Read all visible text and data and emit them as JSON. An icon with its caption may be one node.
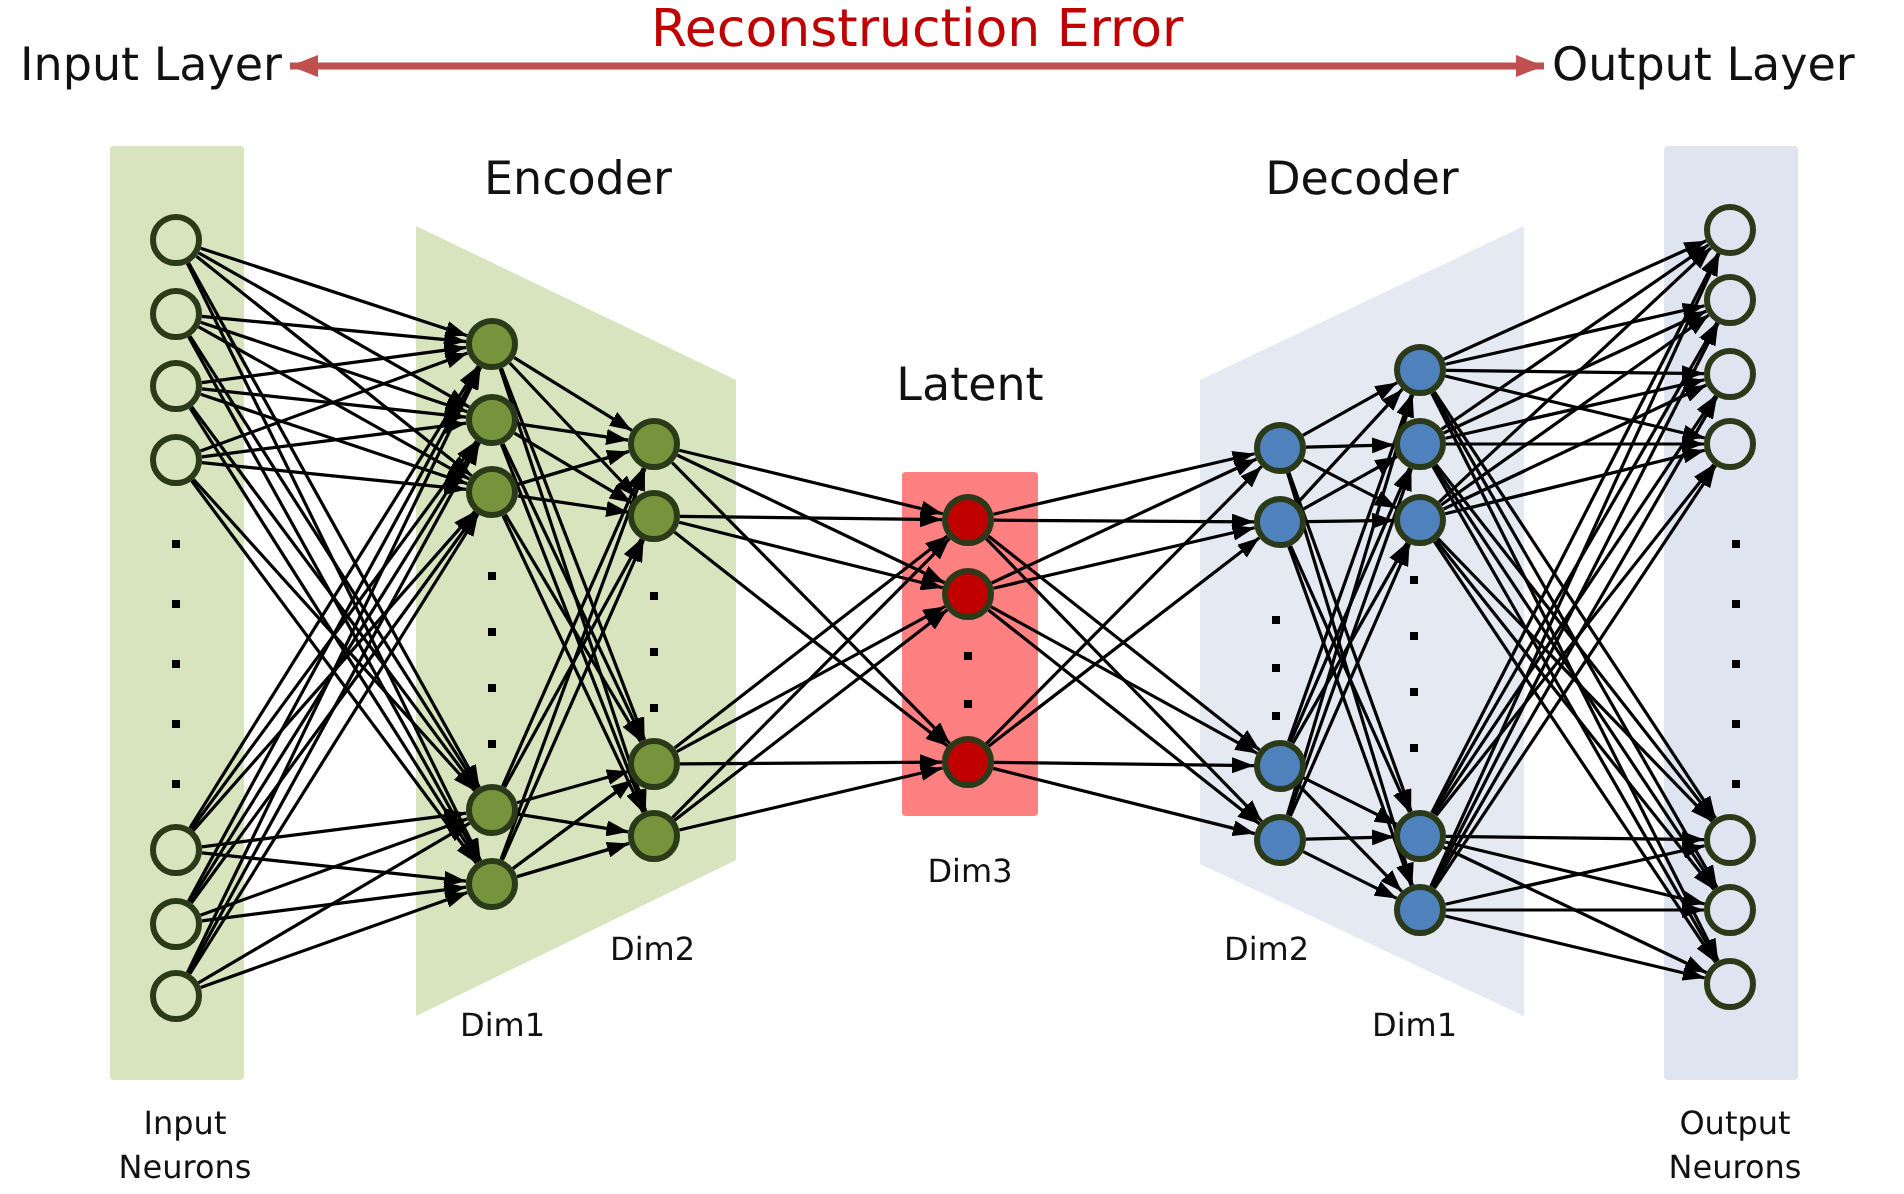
{
  "diagram": {
    "nodes": [
      {
        "text": [
          "Input Layer"
        ]
      },
      {
        "text": [
          "Output Layer"
        ]
      },
      {
        "text": [
          "Input Neurons"
        ]
      },
      {
        "text": [],
        "shape": "circle",
        "in": 2
      },
      {
        "text": [],
        "shape": "circle",
        "in": 2
      },
      {
        "text": [],
        "shape": "circle",
        "in": 2
      },
      {
        "text": [],
        "shape": "circle",
        "in": 2
      },
      {
        "text": [],
        "shape": "circle",
        "in": 2
      },
      {
        "text": [],
        "shape": "circle",
        "in": 2
      },
      {
        "text": [],
        "shape": "circle",
        "in": 2
      },
      {
        "text": [
          "Encoder"
        ]
      },
      {
        "text": [],
        "shape": "circle",
        "in": 10
      },
      {
        "text": [],
        "shape": "circle",
        "in": 10
      },
      {
        "text": [],
        "shape": "circle",
        "in": 10
      },
      {
        "text": [],
        "shape": "circle",
        "in": 10
      },
      {
        "text": [],
        "shape": "circle",
        "in": 10
      },
      {
        "text": [],
        "shape": "circle",
        "in": 10
      },
      {
        "text": [],
        "shape": "circle",
        "in": 10
      },
      {
        "text": [],
        "shape": "circle",
        "in": 10
      },
      {
        "text": [],
        "shape": "circle",
        "in": 10
      },
      {
        "text": [
          "Latent"
        ],
        "beside": [
          "Dim3"
        ]
      },
      {
        "text": [],
        "shape": "circle",
        "in": 20
      },
      {
        "text": [],
        "shape": "circle",
        "in": 20
      },
      {
        "text": [],
        "shape": "circle",
        "in": 20
      },
      {
        "text": [
          "Decoder"
        ]
      },
      {
        "text": [],
        "shape": "circle",
        "in": 24
      },
      {
        "text": [],
        "shape": "circle",
        "in": 24
      },
      {
        "text": [],
        "shape": "circle",
        "in": 24
      },
      {
        "text": [],
        "shape": "circle",
        "in": 24
      },
      {
        "text": [],
        "shape": "circle",
        "in": 24
      },
      {
        "text": [],
        "shape": "circle",
        "in": 24
      },
      {
        "text": [],
        "shape": "circle",
        "in": 24
      },
      {
        "text": [],
        "shape": "circle",
        "in": 24
      },
      {
        "text": [],
        "shape": "circle",
        "in": 24
      },
      {
        "text": [
          "Output Neurons"
        ]
      },
      {
        "text": [],
        "shape": "circle",
        "in": 34
      },
      {
        "text": [],
        "shape": "circle",
        "in": 34
      },
      {
        "text": [],
        "shape": "circle",
        "in": 34
      },
      {
        "text": [],
        "shape": "circle",
        "in": 34
      },
      {
        "text": [],
        "shape": "circle",
        "in": 34
      },
      {
        "text": [],
        "shape": "circle",
        "in": 34
      },
      {
        "text": [],
        "shape": "circle",
        "in": 34
      }
    ],
    "edges": [
      {
        "from": 0,
        "to": 1,
        "arrow": "both",
        "label": "Reconstruction Error",
        "style": "thick",
        "color": "#c0504d"
      },
      {
        "from": 3,
        "to": 11,
        "arrow": "to"
      },
      {
        "from": 3,
        "to": 12,
        "arrow": "to"
      },
      {
        "from": 3,
        "to": 13,
        "arrow": "to"
      },
      {
        "from": 3,
        "to": 14,
        "arrow": "to"
      },
      {
        "from": 3,
        "to": 15,
        "arrow": "to"
      },
      {
        "from": 4,
        "to": 11,
        "arrow": "to"
      },
      {
        "from": 4,
        "to": 12,
        "arrow": "to"
      },
      {
        "from": 4,
        "to": 13,
        "arrow": "to"
      },
      {
        "from": 4,
        "to": 14,
        "arrow": "to"
      },
      {
        "from": 4,
        "to": 15,
        "arrow": "to"
      },
      {
        "from": 5,
        "to": 11,
        "arrow": "to"
      },
      {
        "from": 5,
        "to": 12,
        "arrow": "to"
      },
      {
        "from": 5,
        "to": 13,
        "arrow": "to"
      },
      {
        "from": 5,
        "to": 14,
        "arrow": "to"
      },
      {
        "from": 5,
        "to": 15,
        "arrow": "to"
      },
      {
        "from": 6,
        "to": 11,
        "arrow": "to"
      },
      {
        "from": 6,
        "to": 12,
        "arrow": "to"
      },
      {
        "from": 6,
        "to": 13,
        "arrow": "to"
      },
      {
        "from": 6,
        "to": 14,
        "arrow": "to"
      },
      {
        "from": 6,
        "to": 15,
        "arrow": "to"
      },
      {
        "from": 7,
        "to": 11,
        "arrow": "to"
      },
      {
        "from": 7,
        "to": 12,
        "arrow": "to"
      },
      {
        "from": 7,
        "to": 13,
        "arrow": "to"
      },
      {
        "from": 7,
        "to": 14,
        "arrow": "to"
      },
      {
        "from": 7,
        "to": 15,
        "arrow": "to"
      },
      {
        "from": 8,
        "to": 11,
        "arrow": "to"
      },
      {
        "from": 8,
        "to": 12,
        "arrow": "to"
      },
      {
        "from": 8,
        "to": 13,
        "arrow": "to"
      },
      {
        "from": 8,
        "to": 14,
        "arrow": "to"
      },
      {
        "from": 8,
        "to": 15,
        "arrow": "to"
      },
      {
        "from": 9,
        "to": 11,
        "arrow": "to"
      },
      {
        "from": 9,
        "to": 12,
        "arrow": "to"
      },
      {
        "from": 9,
        "to": 13,
        "arrow": "to"
      },
      {
        "from": 9,
        "to": 14,
        "arrow": "to"
      },
      {
        "from": 9,
        "to": 15,
        "arrow": "to"
      },
      {
        "from": 11,
        "to": 16,
        "arrow": "to"
      },
      {
        "from": 11,
        "to": 17,
        "arrow": "to"
      },
      {
        "from": 11,
        "to": 18,
        "arrow": "to"
      },
      {
        "from": 11,
        "to": 19,
        "arrow": "to"
      },
      {
        "from": 12,
        "to": 16,
        "arrow": "to"
      },
      {
        "from": 12,
        "to": 17,
        "arrow": "to"
      },
      {
        "from": 12,
        "to": 18,
        "arrow": "to"
      },
      {
        "from": 12,
        "to": 19,
        "arrow": "to"
      },
      {
        "from": 13,
        "to": 16,
        "arrow": "to"
      },
      {
        "from": 13,
        "to": 17,
        "arrow": "to"
      },
      {
        "from": 13,
        "to": 18,
        "arrow": "to"
      },
      {
        "from": 13,
        "to": 19,
        "arrow": "to"
      },
      {
        "from": 14,
        "to": 16,
        "arrow": "to"
      },
      {
        "from": 14,
        "to": 17,
        "arrow": "to"
      },
      {
        "from": 14,
        "to": 18,
        "arrow": "to"
      },
      {
        "from": 14,
        "to": 19,
        "arrow": "to"
      },
      {
        "from": 15,
        "to": 16,
        "arrow": "to"
      },
      {
        "from": 15,
        "to": 17,
        "arrow": "to"
      },
      {
        "from": 15,
        "to": 18,
        "arrow": "to"
      },
      {
        "from": 15,
        "to": 19,
        "arrow": "to"
      },
      {
        "from": 16,
        "to": 21,
        "arrow": "to"
      },
      {
        "from": 16,
        "to": 22,
        "arrow": "to"
      },
      {
        "from": 16,
        "to": 23,
        "arrow": "to"
      },
      {
        "from": 17,
        "to": 21,
        "arrow": "to"
      },
      {
        "from": 17,
        "to": 22,
        "arrow": "to"
      },
      {
        "from": 17,
        "to": 23,
        "arrow": "to"
      },
      {
        "from": 18,
        "to": 21,
        "arrow": "to"
      },
      {
        "from": 18,
        "to": 22,
        "arrow": "to"
      },
      {
        "from": 18,
        "to": 23,
        "arrow": "to"
      },
      {
        "from": 19,
        "to": 21,
        "arrow": "to"
      },
      {
        "from": 19,
        "to": 22,
        "arrow": "to"
      },
      {
        "from": 19,
        "to": 23,
        "arrow": "to"
      },
      {
        "from": 21,
        "to": 25,
        "arrow": "to"
      },
      {
        "from": 21,
        "to": 26,
        "arrow": "to"
      },
      {
        "from": 21,
        "to": 27,
        "arrow": "to"
      },
      {
        "from": 21,
        "to": 28,
        "arrow": "to"
      },
      {
        "from": 22,
        "to": 25,
        "arrow": "to"
      },
      {
        "from": 22,
        "to": 26,
        "arrow": "to"
      },
      {
        "from": 22,
        "to": 27,
        "arrow": "to"
      },
      {
        "from": 22,
        "to": 28,
        "arrow": "to"
      },
      {
        "from": 23,
        "to": 25,
        "arrow": "to"
      },
      {
        "from": 23,
        "to": 26,
        "arrow": "to"
      },
      {
        "from": 23,
        "to": 27,
        "arrow": "to"
      },
      {
        "from": 23,
        "to": 28,
        "arrow": "to"
      },
      {
        "from": 25,
        "to": 29,
        "arrow": "to"
      },
      {
        "from": 25,
        "to": 30,
        "arrow": "to"
      },
      {
        "from": 25,
        "to": 31,
        "arrow": "to"
      },
      {
        "from": 25,
        "to": 32,
        "arrow": "to"
      },
      {
        "from": 25,
        "to": 33,
        "arrow": "to"
      },
      {
        "from": 26,
        "to": 29,
        "arrow": "to"
      },
      {
        "from": 26,
        "to": 30,
        "arrow": "to"
      },
      {
        "from": 26,
        "to": 31,
        "arrow": "to"
      },
      {
        "from": 26,
        "to": 32,
        "arrow": "to"
      },
      {
        "from": 26,
        "to": 33,
        "arrow": "to"
      },
      {
        "from": 27,
        "to": 29,
        "arrow": "to"
      },
      {
        "from": 27,
        "to": 30,
        "arrow": "to"
      },
      {
        "from": 27,
        "to": 31,
        "arrow": "to"
      },
      {
        "from": 27,
        "to": 32,
        "arrow": "to"
      },
      {
        "from": 27,
        "to": 33,
        "arrow": "to"
      },
      {
        "from": 28,
        "to": 29,
        "arrow": "to"
      },
      {
        "from": 28,
        "to": 30,
        "arrow": "to"
      },
      {
        "from": 28,
        "to": 31,
        "arrow": "to"
      },
      {
        "from": 28,
        "to": 32,
        "arrow": "to"
      },
      {
        "from": 28,
        "to": 33,
        "arrow": "to"
      },
      {
        "from": 29,
        "to": 35,
        "arrow": "to"
      },
      {
        "from": 29,
        "to": 36,
        "arrow": "to"
      },
      {
        "from": 29,
        "to": 37,
        "arrow": "to"
      },
      {
        "from": 29,
        "to": 38,
        "arrow": "to"
      },
      {
        "from": 29,
        "to": 39,
        "arrow": "to"
      },
      {
        "from": 29,
        "to": 40,
        "arrow": "to"
      },
      {
        "from": 29,
        "to": 41,
        "arrow": "to"
      },
      {
        "from": 30,
        "to": 35,
        "arrow": "to"
      },
      {
        "from": 30,
        "to": 36,
        "arrow": "to"
      },
      {
        "from": 30,
        "to": 37,
        "arrow": "to"
      },
      {
        "from": 30,
        "to": 38,
        "arrow": "to"
      },
      {
        "from": 30,
        "to": 39,
        "arrow": "to"
      },
      {
        "from": 30,
        "to": 40,
        "arrow": "to"
      },
      {
        "from": 30,
        "to": 41,
        "arrow": "to"
      },
      {
        "from": 31,
        "to": 35,
        "arrow": "to"
      },
      {
        "from": 31,
        "to": 36,
        "arrow": "to"
      },
      {
        "from": 31,
        "to": 37,
        "arrow": "to"
      },
      {
        "from": 31,
        "to": 38,
        "arrow": "to"
      },
      {
        "from": 31,
        "to": 39,
        "arrow": "to"
      },
      {
        "from": 31,
        "to": 40,
        "arrow": "to"
      },
      {
        "from": 31,
        "to": 41,
        "arrow": "to"
      },
      {
        "from": 32,
        "to": 35,
        "arrow": "to"
      },
      {
        "from": 32,
        "to": 36,
        "arrow": "to"
      },
      {
        "from": 32,
        "to": 37,
        "arrow": "to"
      },
      {
        "from": 32,
        "to": 38,
        "arrow": "to"
      },
      {
        "from": 32,
        "to": 39,
        "arrow": "to"
      },
      {
        "from": 32,
        "to": 40,
        "arrow": "to"
      },
      {
        "from": 32,
        "to": 41,
        "arrow": "to"
      },
      {
        "from": 33,
        "to": 35,
        "arrow": "to"
      },
      {
        "from": 33,
        "to": 36,
        "arrow": "to"
      },
      {
        "from": 33,
        "to": 37,
        "arrow": "to"
      },
      {
        "from": 33,
        "to": 38,
        "arrow": "to"
      },
      {
        "from": 33,
        "to": 39,
        "arrow": "to"
      },
      {
        "from": 33,
        "to": 40,
        "arrow": "to"
      },
      {
        "from": 33,
        "to": 41,
        "arrow": "to"
      }
    ],
    "labels": [
      "Dim2",
      "Dim2",
      "Dim1",
      "Dim1"
    ]
  }
}
